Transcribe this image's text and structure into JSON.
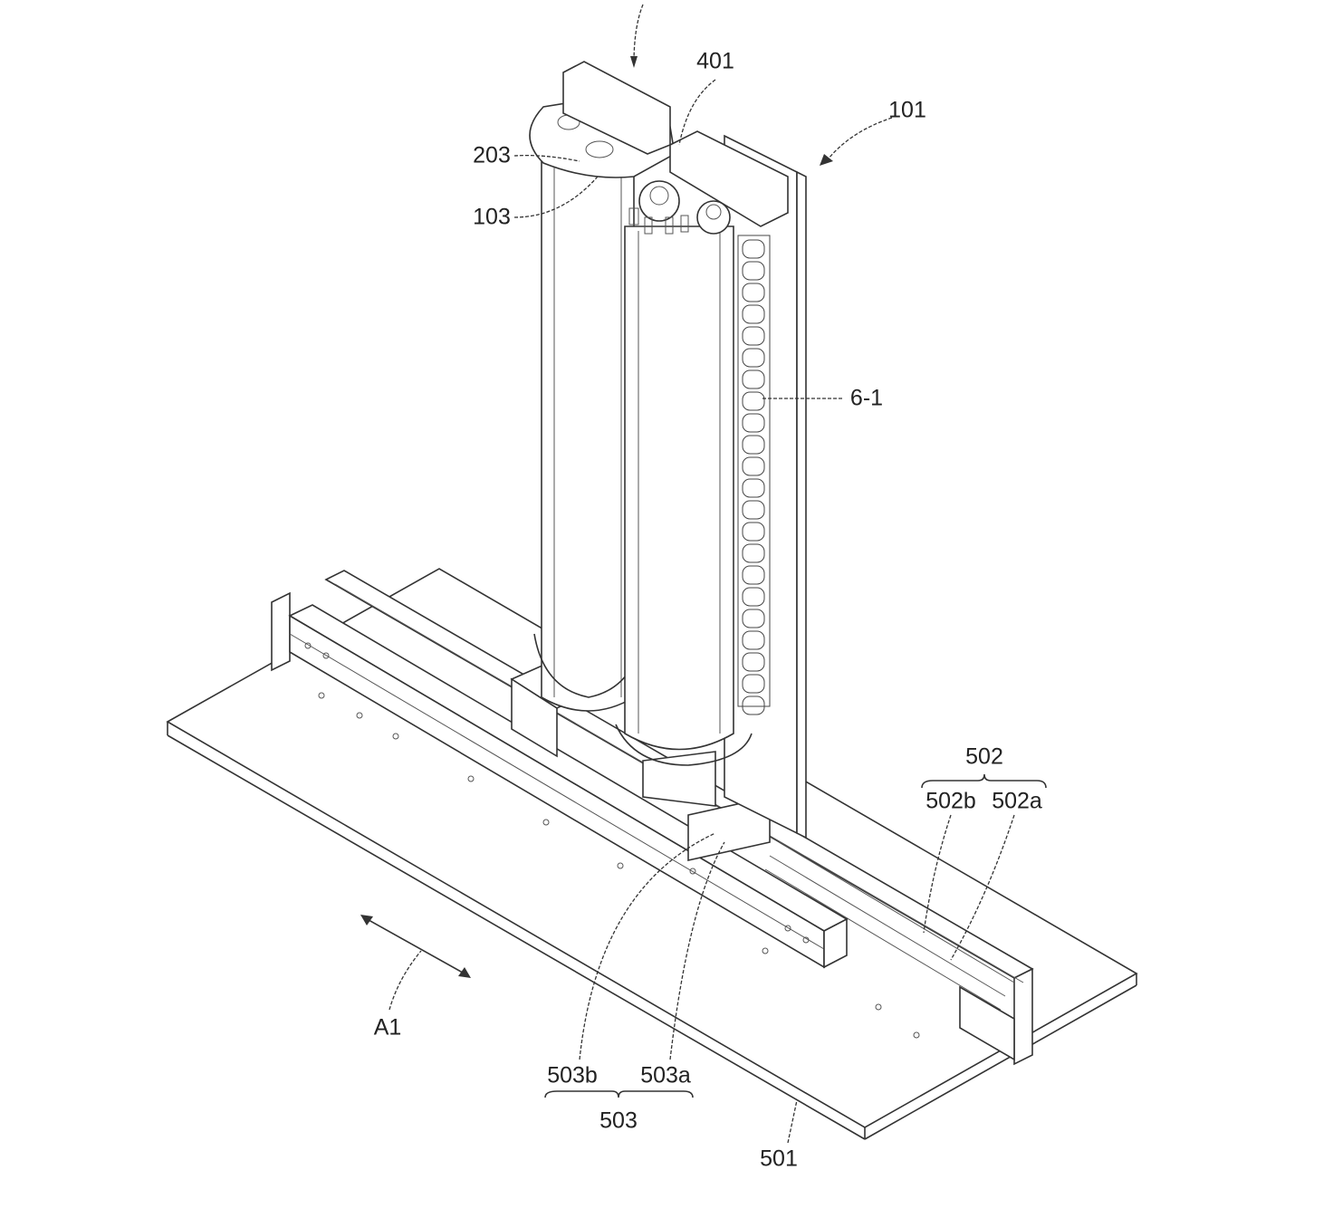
{
  "figure": {
    "labels": {
      "l401": "401",
      "l101": "101",
      "l203": "203",
      "l103": "103",
      "l6_1": "6-1",
      "l502": "502",
      "l502b": "502b",
      "l502a": "502a",
      "lA1": "A1",
      "l503b": "503b",
      "l503a": "503a",
      "l503": "503",
      "l501": "501"
    }
  }
}
